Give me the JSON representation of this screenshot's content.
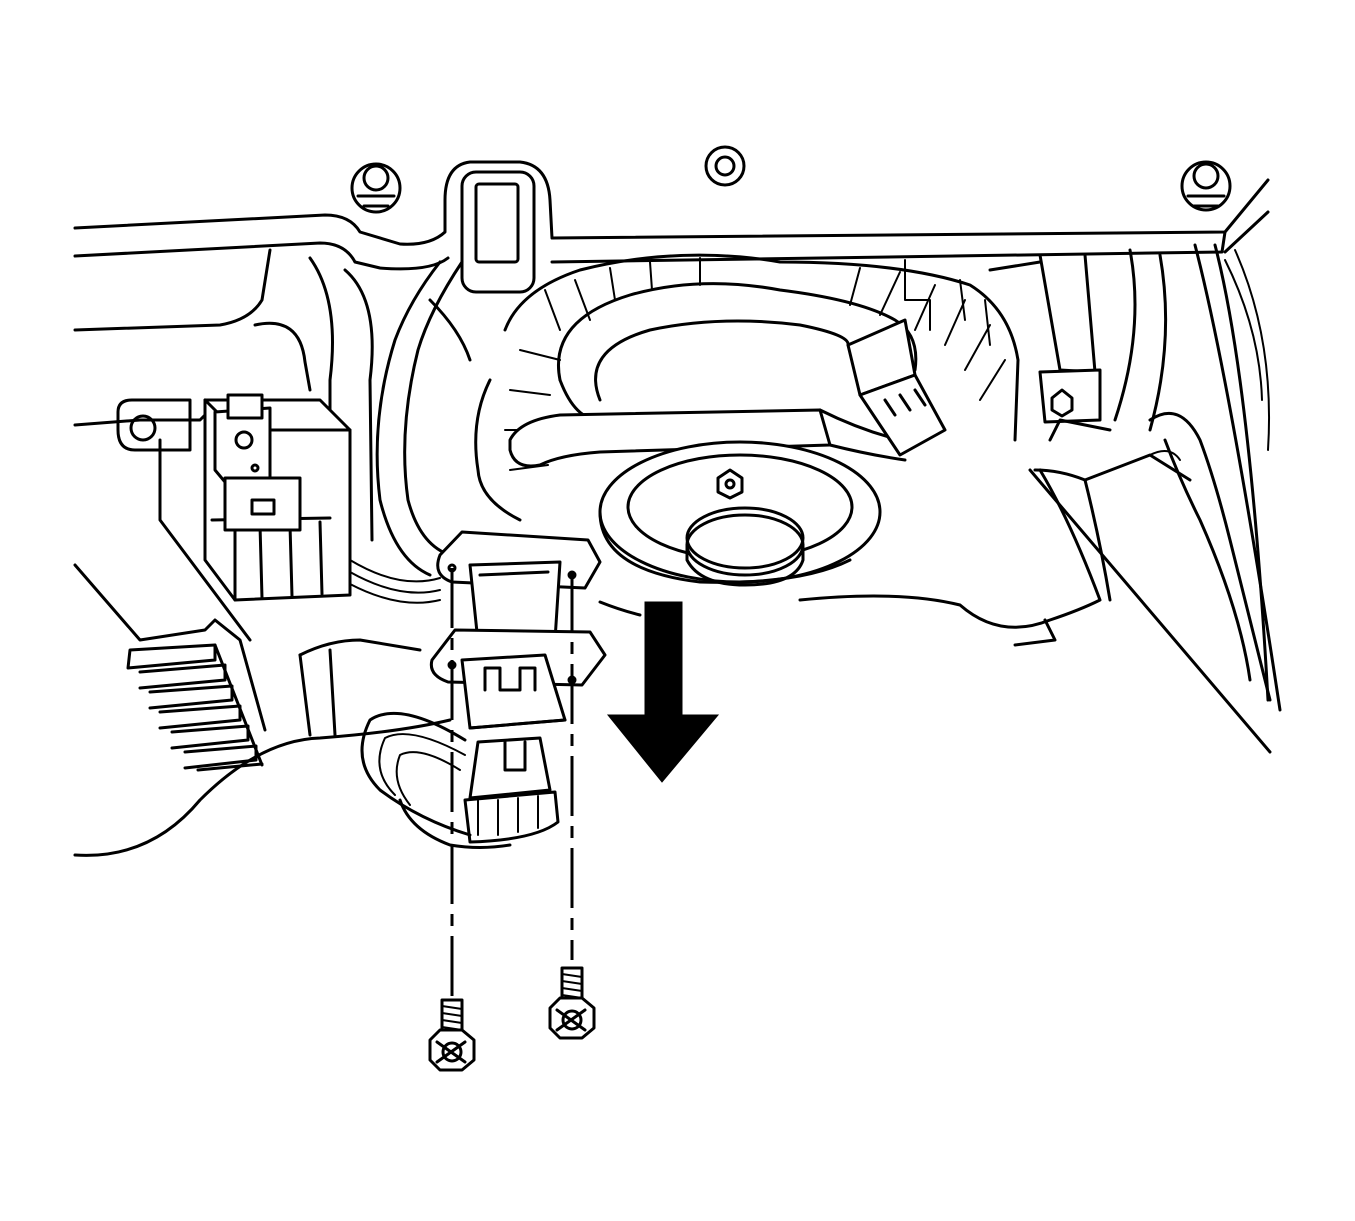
{
  "figure": {
    "type": "line-art service illustration",
    "colors": {
      "line": "#000000",
      "background": "#ffffff"
    },
    "callouts": [
      {
        "name": "removal-direction",
        "icon": "arrow-down-icon"
      }
    ],
    "fasteners_shown": 2
  }
}
